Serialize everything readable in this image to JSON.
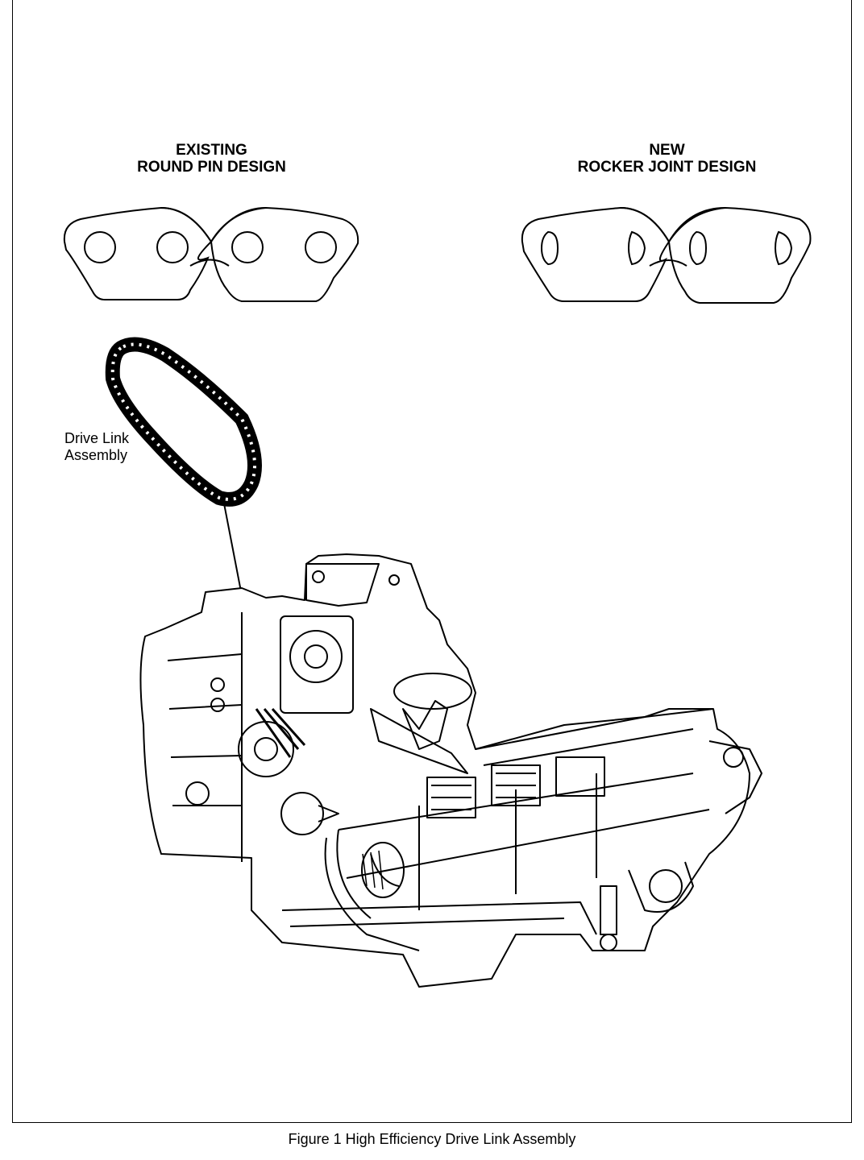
{
  "figure": {
    "caption": "Figure 1  High Efficiency Drive Link Assembly"
  },
  "existing_design": {
    "line1": "EXISTING",
    "line2": "ROUND PIN DESIGN"
  },
  "new_design": {
    "line1": "NEW",
    "line2": "ROCKER JOINT DESIGN"
  },
  "callout": {
    "line1": "Drive Link",
    "line2": "Assembly"
  }
}
